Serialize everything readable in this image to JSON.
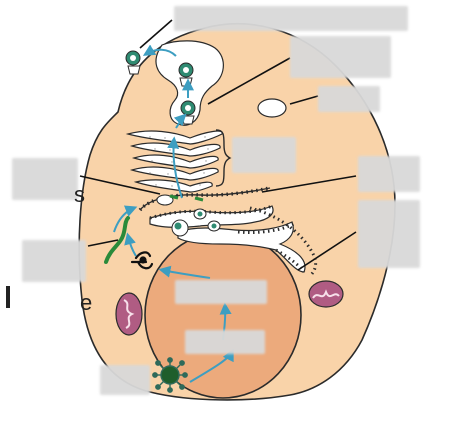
{
  "diagram": {
    "visible_text": [
      {
        "id": "left-edge-fragment",
        "text": "s"
      },
      {
        "id": "bottom-left-fragment",
        "text": "e"
      }
    ],
    "colors": {
      "cytoplasm": "#f9d3a9",
      "nucleus": "#ecaa7c",
      "nucleus_inner": "#e09a6c",
      "outline": "#2b2b2b",
      "arrow": "#3d9ec1",
      "vesicle_fill": "#ffffff",
      "virus_capsid": "#2f8b72",
      "mitochondria": "#b05c83",
      "label_box": "#d9d9d9",
      "genome_green": "#2a8a3a",
      "virion_dark_green": "#1f5e2c"
    },
    "icons": [
      "virion-icon",
      "budding-virus-icon",
      "mitochondrion-icon",
      "nucleus-icon",
      "golgi-icon",
      "endoplasmic-reticulum-icon"
    ],
    "hidden_label_count": 13
  }
}
